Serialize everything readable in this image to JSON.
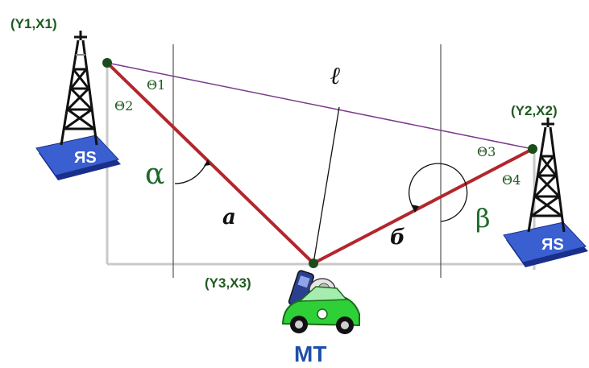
{
  "points": {
    "p1": "(Y1,X1)",
    "p2": "(Y2,X2)",
    "p3": "(Y3,X3)"
  },
  "angles": {
    "theta1": "Θ1",
    "theta2": "Θ2",
    "theta3": "Θ3",
    "theta4": "Θ4",
    "alpha": "α",
    "beta": "β"
  },
  "sides": {
    "a": "a",
    "b": "б",
    "l": "ℓ"
  },
  "mobile_label": "MT",
  "logo_lettering": "ЯS",
  "colors": {
    "side_lines": "#b3262c",
    "baseline": "#7b3a8a",
    "node": "#1a4d1a",
    "label_green": "#1f5a1f",
    "mt_blue": "#1e4fa6",
    "frame": "#c9c9c9"
  }
}
